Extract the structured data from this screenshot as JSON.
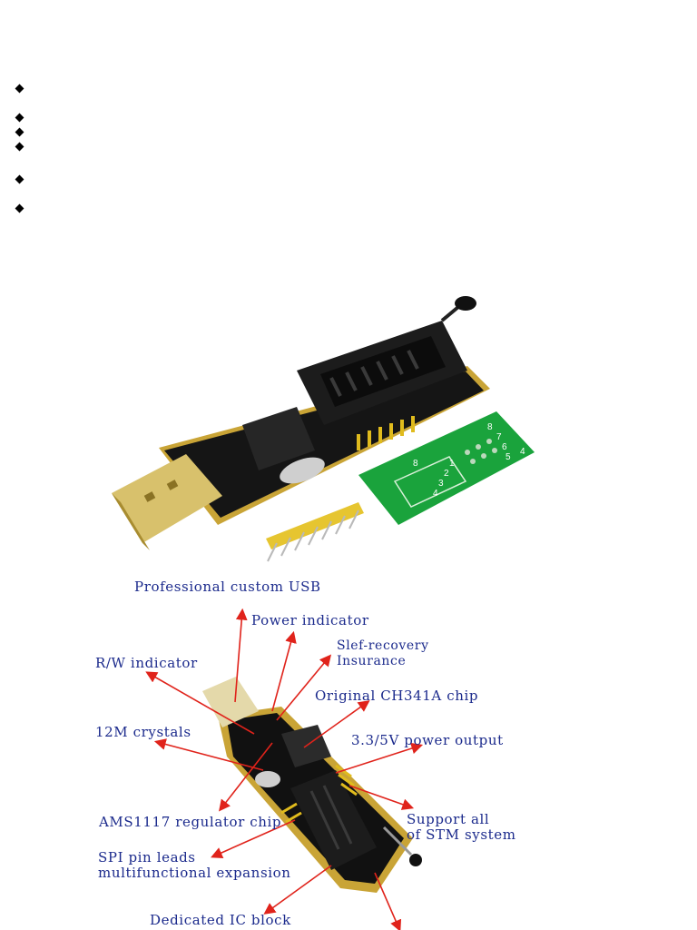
{
  "bullets": [
    {
      "text": ""
    },
    {
      "text": ""
    },
    {
      "text": ""
    },
    {
      "text": ""
    },
    {
      "text": ""
    },
    {
      "text": ""
    }
  ],
  "photo": {
    "board_silk": [
      "8",
      "7",
      "6",
      "5",
      "1",
      "2",
      "3",
      "4",
      "1",
      "4",
      "8"
    ]
  },
  "diagram": {
    "labels": {
      "usb": "Professional custom USB",
      "power": "Power indicator",
      "recovery_1": "Slef-recovery",
      "recovery_2": "Insurance",
      "rw": "R/W indicator",
      "chip": "Original CH341A chip",
      "crystal": "12M crystals",
      "output": "3.3/5V power output",
      "ams": "AMS1117 regulator chip",
      "support_1": "Support all",
      "support_2": "of STM system",
      "spi_1": "SPI pin leads",
      "spi_2": "multifunctional expansion",
      "ic": "Dedicated IC block"
    },
    "colors": {
      "label": "#1b2a8c",
      "arrow": "#e0231b"
    }
  }
}
